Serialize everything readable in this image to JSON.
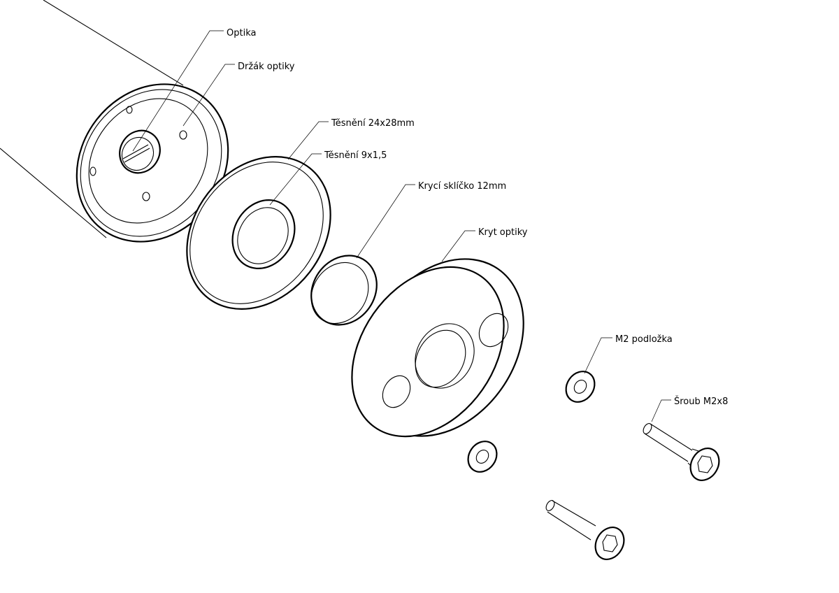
{
  "labels": {
    "optika": "Optika",
    "drzak_optiky": "Držák optiky",
    "tesneni_24x28": "Těsnění 24x28mm",
    "tesneni_9x1_5": "Těsnění 9x1,5",
    "kryci_sklicko": "Krycí sklíčko 12mm",
    "kryt_optiky": "Kryt optiky",
    "m2_podlozka": "M2 podložka",
    "sroub_m2x8": "Šroub M2x8"
  }
}
